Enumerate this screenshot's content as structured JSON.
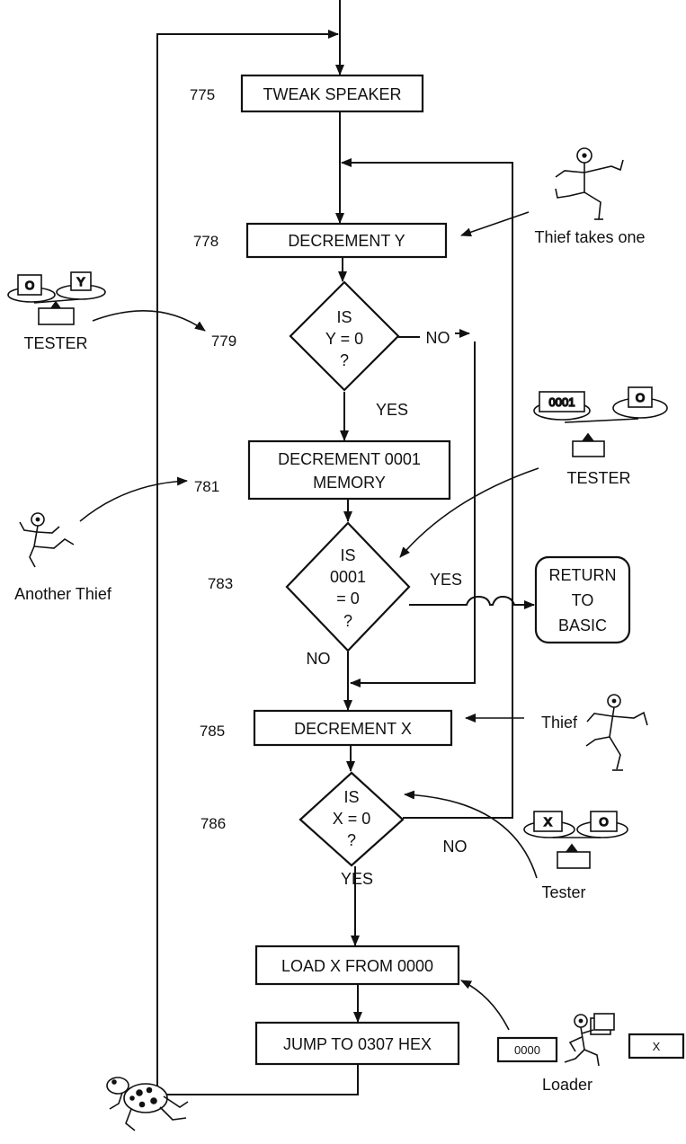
{
  "steps": {
    "tweak": {
      "num": "775",
      "label": "TWEAK SPEAKER"
    },
    "decy": {
      "num": "778",
      "label": "DECREMENT Y"
    },
    "testy": {
      "num": "779",
      "l1": "IS",
      "l2": "Y = 0",
      "l3": "?"
    },
    "decmem": {
      "num": "781",
      "l1": "DECREMENT 0001",
      "l2": "MEMORY"
    },
    "test0001": {
      "num": "783",
      "l1": "IS",
      "l2": "0001",
      "l3": "= 0",
      "l4": "?"
    },
    "decx": {
      "num": "785",
      "label": "DECREMENT X"
    },
    "testx": {
      "num": "786",
      "l1": "IS",
      "l2": "X = 0",
      "l3": "?"
    },
    "load": {
      "label": "LOAD X FROM 0000"
    },
    "jump": {
      "label": "JUMP TO 0307 HEX"
    },
    "ret": {
      "l1": "RETURN",
      "l2": "TO",
      "l3": "BASIC"
    }
  },
  "branches": {
    "y_no": "NO",
    "y_yes": "YES",
    "mem_yes": "YES",
    "mem_no": "NO",
    "x_no": "NO",
    "x_yes": "YES"
  },
  "characters": {
    "thief_one": "Thief takes one",
    "tester_left": "TESTER",
    "tester_right": "TESTER",
    "another_thief": "Another Thief",
    "thief": "Thief",
    "tester_bottom": "Tester",
    "loader": "Loader"
  },
  "scale_plates": {
    "left_a": "O",
    "left_b": "Y",
    "right_a": "0001",
    "right_b": "O",
    "bottom_a": "X",
    "bottom_b": "O",
    "loader_a": "0000",
    "loader_b": "X"
  },
  "icons": [
    "stick-figure-icon",
    "balance-scale-icon",
    "frog-icon"
  ]
}
